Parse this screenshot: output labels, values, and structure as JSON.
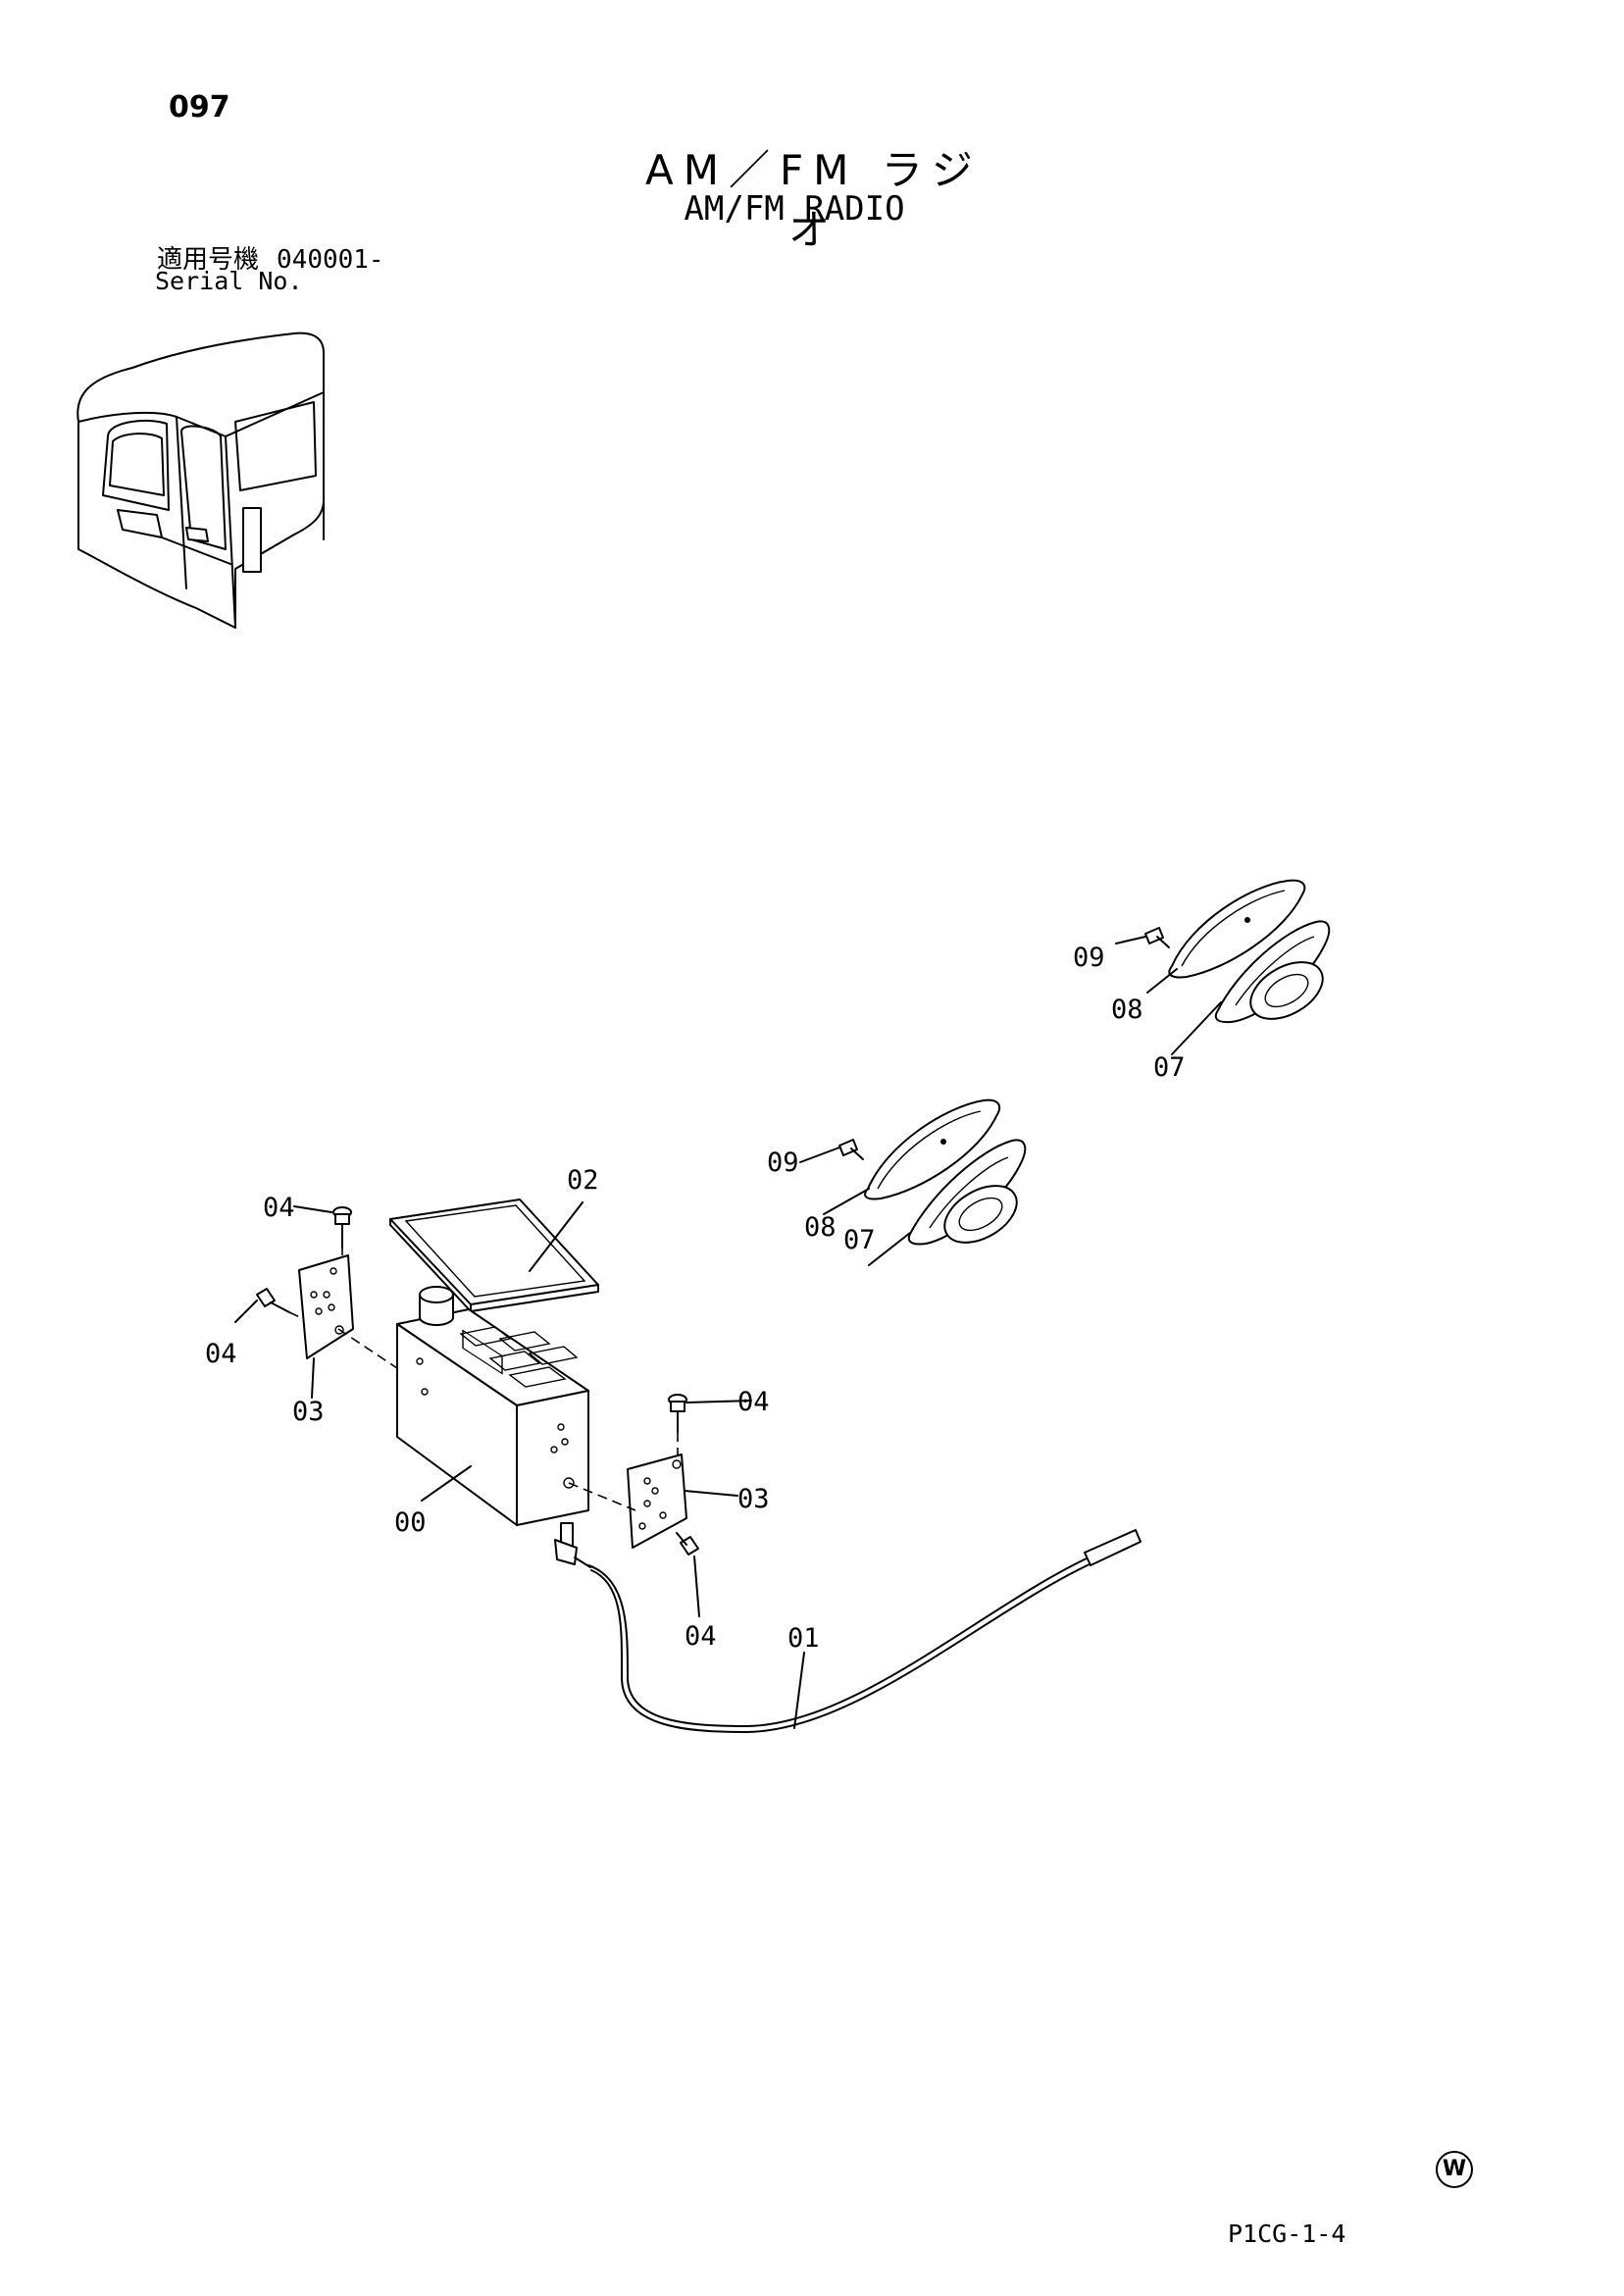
{
  "header": {
    "page_number": "097",
    "title_jp": "AM／FM ラジオ",
    "title_en": "AM/FM RADIO",
    "applicable_label_jp": "適用号機",
    "serial_start": "040001-",
    "serial_label_en": "Serial No."
  },
  "callouts": {
    "c00": "00",
    "c01": "01",
    "c02": "02",
    "c03_left": "03",
    "c03_right": "03",
    "c04_top_left": "04",
    "c04_left": "04",
    "c04_right_top": "04",
    "c04_right_bottom": "04",
    "c07_left": "07",
    "c08_left": "08",
    "c09_left": "09",
    "c07_right": "07",
    "c08_right": "08",
    "c09_right": "09"
  },
  "footer": {
    "watermark_letter": "W",
    "drawing_code": "P1CG-1-4"
  }
}
